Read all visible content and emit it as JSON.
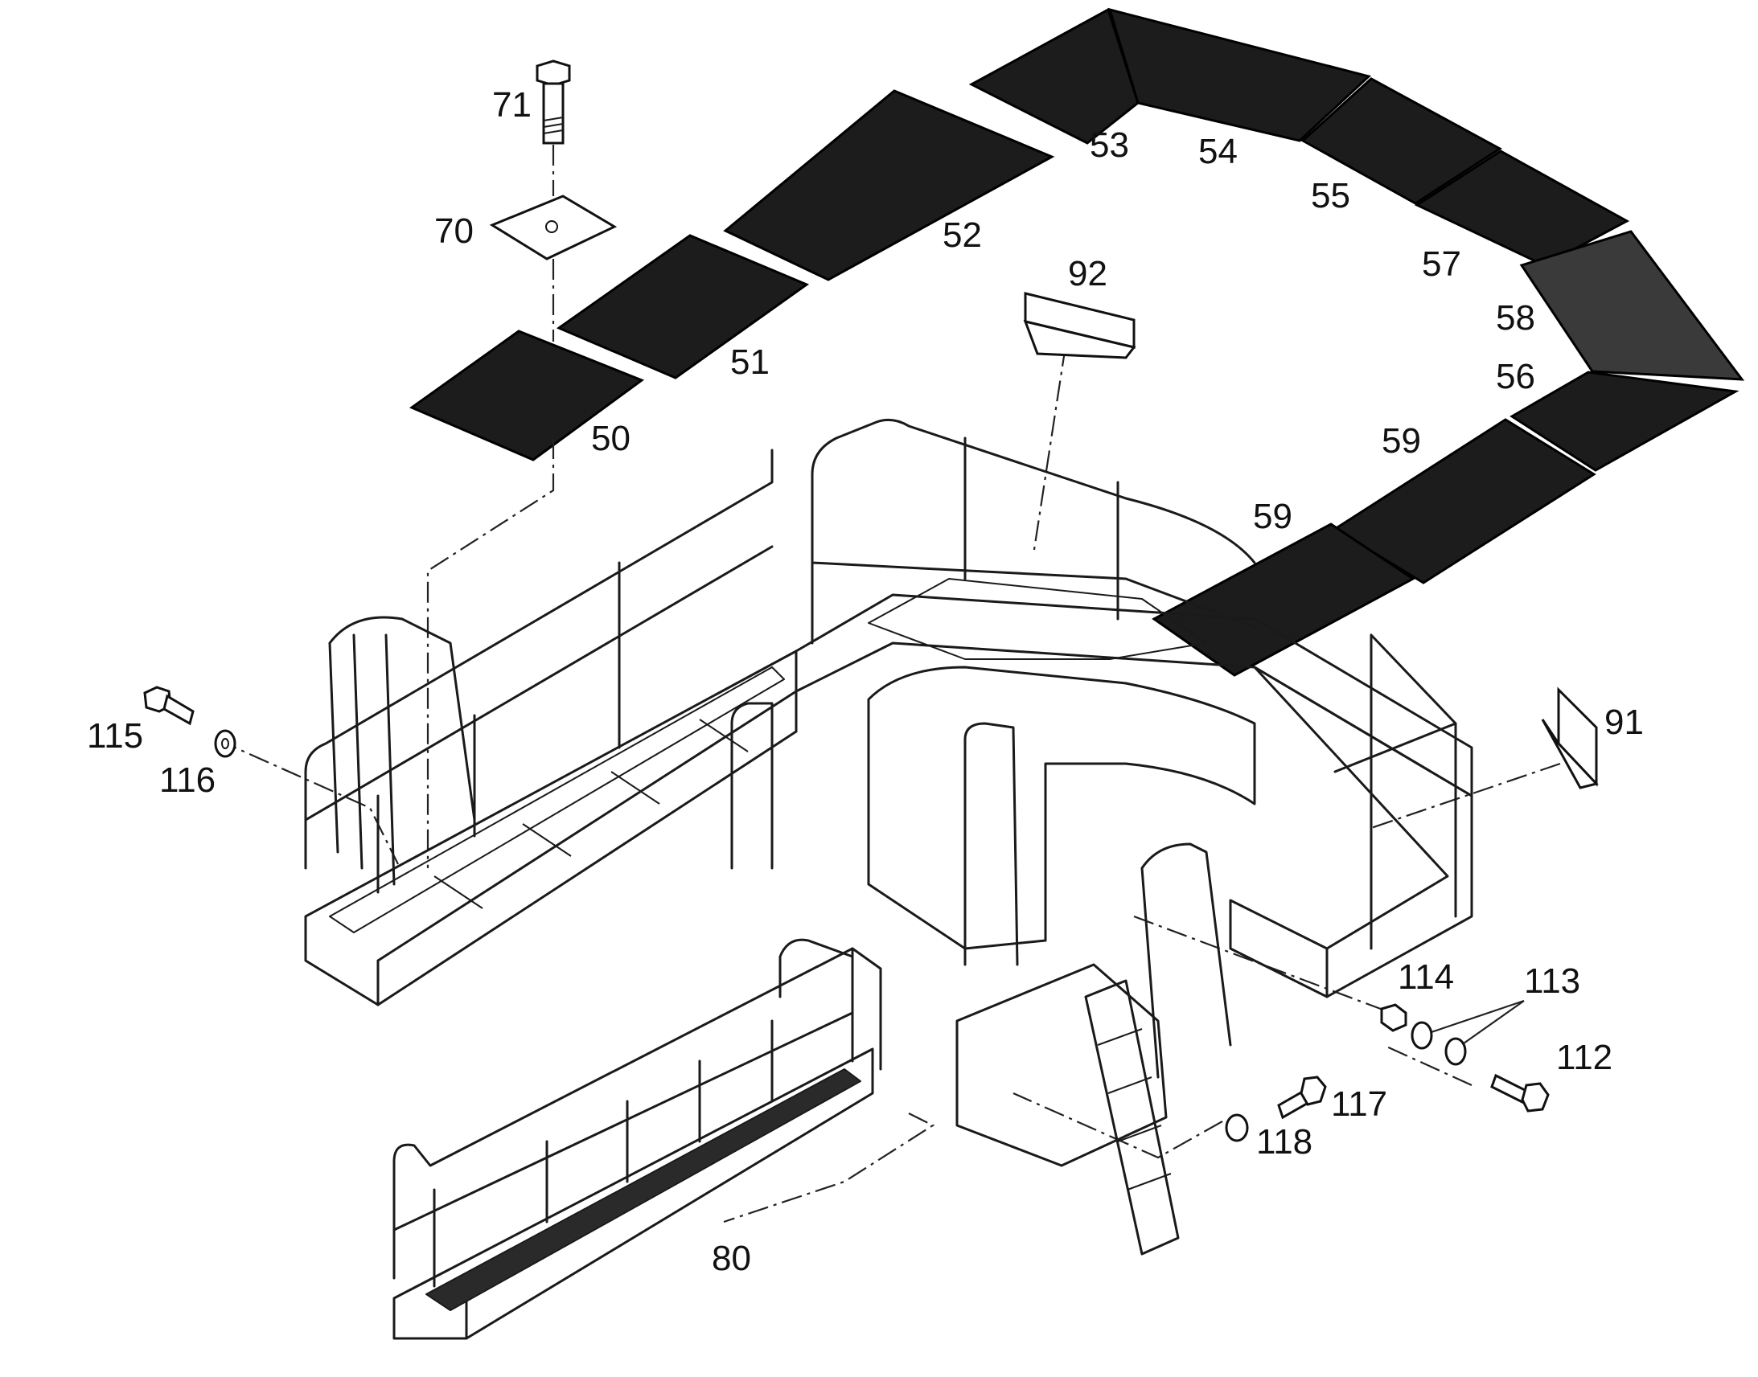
{
  "callouts": {
    "c71": "71",
    "c70": "70",
    "c50": "50",
    "c51": "51",
    "c52": "52",
    "c53": "53",
    "c54": "54",
    "c55": "55",
    "c57": "57",
    "c58": "58",
    "c56": "56",
    "c59a": "59",
    "c59b": "59",
    "c92": "92",
    "c91": "91",
    "c115": "115",
    "c116": "116",
    "c114": "114",
    "c113": "113",
    "c112": "112",
    "c117": "117",
    "c118": "118",
    "c80": "80"
  }
}
